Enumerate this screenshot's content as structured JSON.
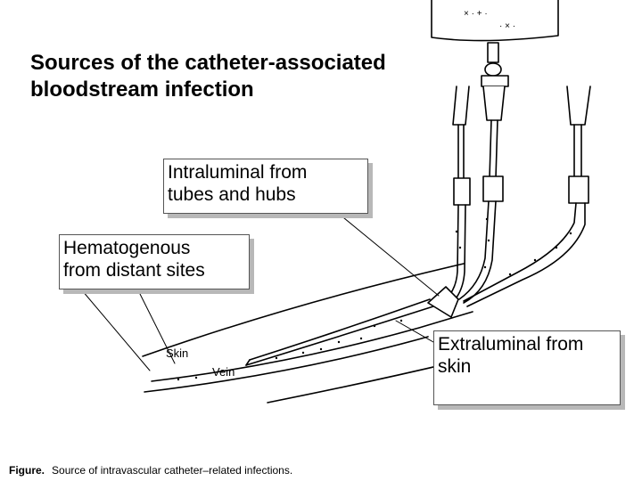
{
  "title": {
    "line1": "Sources of the catheter-associated",
    "line2": "bloodstream infection"
  },
  "callouts": {
    "intraluminal": {
      "line1": "Intraluminal from",
      "line2": "tubes and hubs"
    },
    "hematogenous": {
      "line1": "Hematogenous",
      "line2": "from distant sites"
    },
    "extraluminal": {
      "line1": "Extraluminal from",
      "line2": "skin"
    }
  },
  "labels": {
    "skin": "Skin",
    "vein": "Vein"
  },
  "caption": {
    "prefix": "Figure.",
    "text": "Source of intravascular catheter–related infections."
  }
}
